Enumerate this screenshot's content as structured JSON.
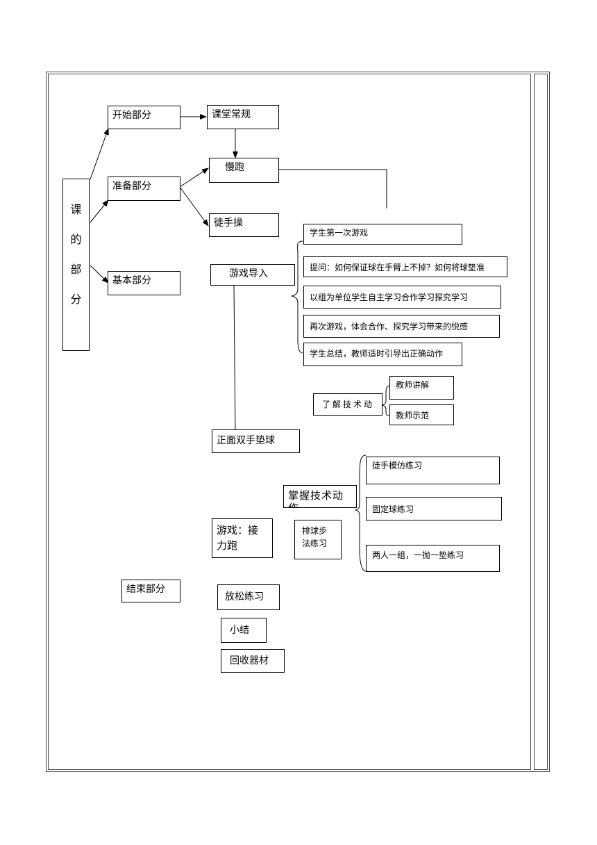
{
  "diagram": {
    "root": "课的部分",
    "sections": {
      "start": "开始部分",
      "prep": "准备部分",
      "basic": "基本部分",
      "end": "结束部分"
    },
    "start_items": {
      "routine": "课堂常规"
    },
    "prep_items": {
      "jog": "慢跑",
      "calisthenics": "徒手操"
    },
    "game_intro": {
      "label": "游戏导入",
      "steps": [
        "学生第一次游戏",
        "提问：如何保证球在手臂上不掉？如何将球垫准",
        "以组为单位学生自主学习合作学习探究学习",
        "再次游戏，体会合作、探究学习带来的悦感",
        "学生总结，教师适时引导出正确动作"
      ]
    },
    "understand": {
      "label": "了解技术动",
      "items": [
        "教师讲解",
        "教师示范"
      ]
    },
    "main_skill": "正面双手垫球",
    "master": {
      "label": "掌握技术动作",
      "items": [
        "徒手模仿练习",
        "固定球练习",
        "两人一组，一抛一垫练习"
      ]
    },
    "relay_game": "游戏：接力跑",
    "footwork": "排球步法练习",
    "end_items": [
      "放松练习",
      "小结",
      "回收器材"
    ]
  }
}
